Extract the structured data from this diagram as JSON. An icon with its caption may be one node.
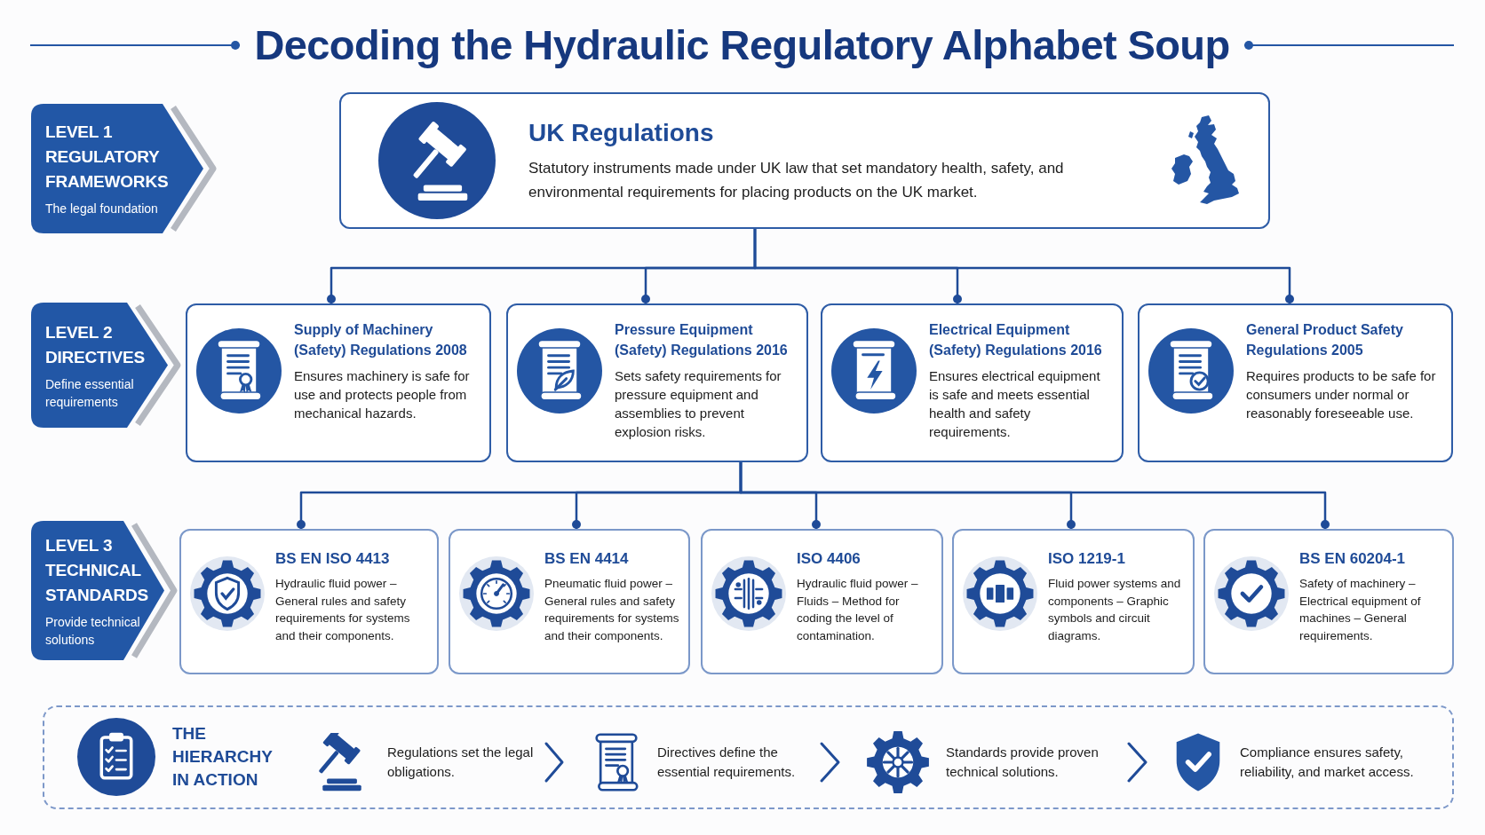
{
  "diagram": {
    "title": "Decoding the Hydraulic Regulatory Alphabet Soup",
    "nodes": [
      {
        "text": [
          "LEVEL 1 REGULATORY FRAMEWORKS",
          "The legal foundation"
        ]
      },
      {
        "text": [
          "UK Regulations",
          "Statutory instruments made under UK law that set mandatory health, safety, and environmental requirements for placing products on the UK market."
        ]
      },
      {
        "text": [
          "LEVEL 2 DIRECTIVES",
          "Define essential requirements"
        ]
      },
      {
        "text": [
          "Supply of Machinery (Safety) Regulations 2008",
          "Ensures machinery is safe for use and protects people from mechanical hazards."
        ]
      },
      {
        "text": [
          "Pressure Equipment (Safety) Regulations 2016",
          "Sets safety requirements for pressure equipment and assemblies to prevent explosion risks."
        ]
      },
      {
        "text": [
          "Electrical Equipment (Safety) Regulations 2016",
          "Ensures electrical equipment is safe and meets essential health and safety requirements."
        ]
      },
      {
        "text": [
          "General Product Safety Regulations 2005",
          "Requires products to be safe for consumers under normal or reasonably foreseeable use."
        ]
      },
      {
        "text": [
          "LEVEL 3 TECHNICAL STANDARDS",
          "Provide technical solutions"
        ]
      },
      {
        "text": [
          "BS EN ISO 4413",
          "Hydraulic fluid power – General rules and safety requirements for systems and their components."
        ]
      },
      {
        "text": [
          "BS EN 4414",
          "Pneumatic fluid power – General rules and safety requirements for systems and their components."
        ]
      },
      {
        "text": [
          "ISO 4406",
          "Hydraulic fluid power – Fluids – Method for coding the level of contamination."
        ]
      },
      {
        "text": [
          "ISO 1219-1",
          "Fluid power systems and components – Graphic symbols and circuit diagrams."
        ]
      },
      {
        "text": [
          "BS EN 60204-1",
          "Safety of machinery – Electrical equipment of machines – General requirements."
        ]
      },
      {
        "text": [
          "THE HIERARCHY IN ACTION"
        ]
      },
      {
        "text": [
          "Regulations set the legal obligations."
        ],
        "in": 13
      },
      {
        "text": [
          "Directives define the essential requirements."
        ],
        "in": 13
      },
      {
        "text": [
          "Standards provide proven technical solutions."
        ],
        "in": 13
      },
      {
        "text": [
          "Compliance ensures safety, reliability, and market access."
        ],
        "in": 13
      }
    ],
    "edges": [
      {
        "from": 1,
        "to": 3,
        "arrow": "other"
      },
      {
        "from": 1,
        "to": 4,
        "arrow": "other"
      },
      {
        "from": 1,
        "to": 5,
        "arrow": "other"
      },
      {
        "from": 1,
        "to": 6,
        "arrow": "other"
      },
      {
        "from": 4,
        "to": 8,
        "arrow": "other"
      },
      {
        "from": 4,
        "to": 9,
        "arrow": "other"
      },
      {
        "from": 4,
        "to": 10,
        "arrow": "other"
      },
      {
        "from": 4,
        "to": 11,
        "arrow": "other"
      },
      {
        "from": 4,
        "to": 12,
        "arrow": "other"
      },
      {
        "from": 14,
        "to": 15,
        "arrow": "to"
      },
      {
        "from": 15,
        "to": 16,
        "arrow": "to"
      },
      {
        "from": 16,
        "to": 17,
        "arrow": "to"
      }
    ]
  }
}
